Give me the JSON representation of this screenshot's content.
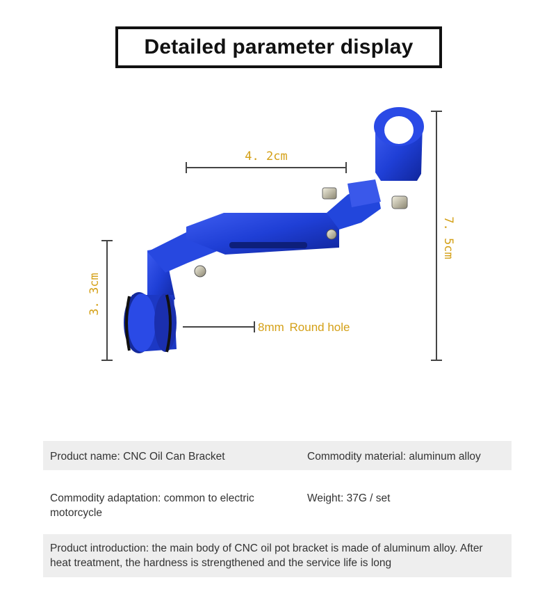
{
  "header": {
    "title": "Detailed parameter display"
  },
  "diagram": {
    "dim_width": "4. 2cm",
    "dim_height": "7. 5cm",
    "dim_left": "3. 3cm",
    "hole_size": "8mm",
    "hole_label": "Round hole",
    "colors": {
      "bracket": "#1f3fd6",
      "dimension_line": "#444444",
      "label": "#d4a017"
    }
  },
  "specs": {
    "product_name": "Product name: CNC Oil Can Bracket",
    "material": "Commodity material: aluminum alloy",
    "adaptation": "Commodity adaptation: common to electric motorcycle",
    "weight": "Weight: 37G / set",
    "introduction": "Product introduction: the main body of CNC oil pot bracket is made of aluminum alloy. After heat treatment, the hardness is strengthened and the service life is long"
  }
}
